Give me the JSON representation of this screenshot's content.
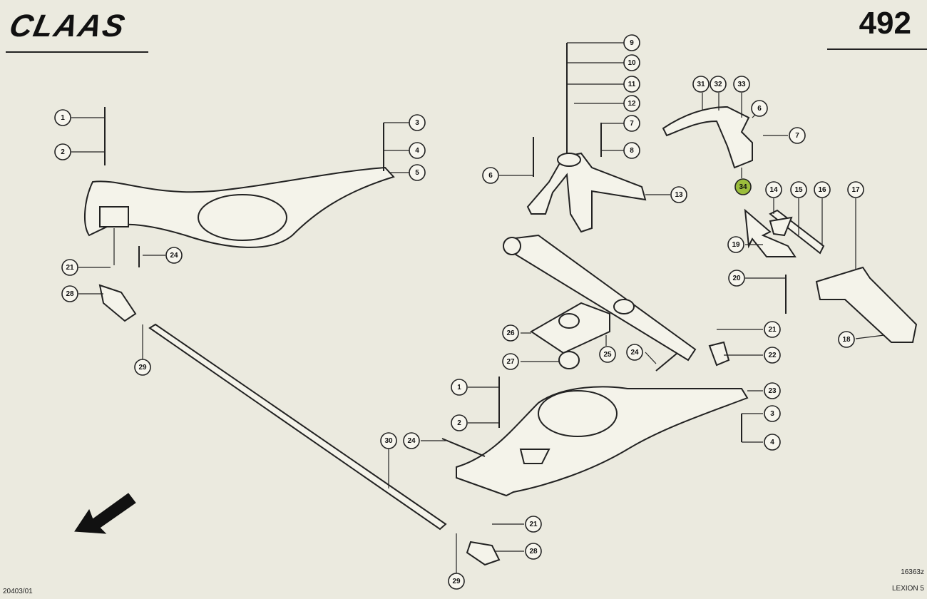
{
  "header": {
    "brand": "CLAAS",
    "page_number": "492"
  },
  "footer": {
    "left_code": "20403/01",
    "right_code": "16363z",
    "right_model": "LEXION 5"
  },
  "colors": {
    "highlight_callout": "#9bbd3c",
    "paper": "#ebeadf",
    "ink": "#222222"
  },
  "icons": {
    "direction_arrow": "arrow-down-left-icon"
  },
  "callouts": [
    {
      "id": "c1a",
      "label": "1",
      "highlight": false
    },
    {
      "id": "c2a",
      "label": "2",
      "highlight": false
    },
    {
      "id": "c3a",
      "label": "3",
      "highlight": false
    },
    {
      "id": "c4a",
      "label": "4",
      "highlight": false
    },
    {
      "id": "c5a",
      "label": "5",
      "highlight": false
    },
    {
      "id": "c21a",
      "label": "21",
      "highlight": false
    },
    {
      "id": "c24a",
      "label": "24",
      "highlight": false
    },
    {
      "id": "c28a",
      "label": "28",
      "highlight": false
    },
    {
      "id": "c29a",
      "label": "29",
      "highlight": false
    },
    {
      "id": "c9",
      "label": "9",
      "highlight": false
    },
    {
      "id": "c10",
      "label": "10",
      "highlight": false
    },
    {
      "id": "c11",
      "label": "11",
      "highlight": false
    },
    {
      "id": "c12",
      "label": "12",
      "highlight": false
    },
    {
      "id": "c7a",
      "label": "7",
      "highlight": false
    },
    {
      "id": "c8a",
      "label": "8",
      "highlight": false
    },
    {
      "id": "c6a",
      "label": "6",
      "highlight": false
    },
    {
      "id": "c13",
      "label": "13",
      "highlight": false
    },
    {
      "id": "c31",
      "label": "31",
      "highlight": false
    },
    {
      "id": "c32",
      "label": "32",
      "highlight": false
    },
    {
      "id": "c33",
      "label": "33",
      "highlight": false
    },
    {
      "id": "c6b",
      "label": "6",
      "highlight": false
    },
    {
      "id": "c7b",
      "label": "7",
      "highlight": false
    },
    {
      "id": "c34",
      "label": "34",
      "highlight": true
    },
    {
      "id": "c14",
      "label": "14",
      "highlight": false
    },
    {
      "id": "c15",
      "label": "15",
      "highlight": false
    },
    {
      "id": "c16",
      "label": "16",
      "highlight": false
    },
    {
      "id": "c17",
      "label": "17",
      "highlight": false
    },
    {
      "id": "c19",
      "label": "19",
      "highlight": false
    },
    {
      "id": "c20",
      "label": "20",
      "highlight": false
    },
    {
      "id": "c18",
      "label": "18",
      "highlight": false
    },
    {
      "id": "c26",
      "label": "26",
      "highlight": false
    },
    {
      "id": "c25",
      "label": "25",
      "highlight": false
    },
    {
      "id": "c27",
      "label": "27",
      "highlight": false
    },
    {
      "id": "c24b",
      "label": "24",
      "highlight": false
    },
    {
      "id": "c21b",
      "label": "21",
      "highlight": false
    },
    {
      "id": "c22",
      "label": "22",
      "highlight": false
    },
    {
      "id": "c23",
      "label": "23",
      "highlight": false
    },
    {
      "id": "c3b",
      "label": "3",
      "highlight": false
    },
    {
      "id": "c4b",
      "label": "4",
      "highlight": false
    },
    {
      "id": "c1b",
      "label": "1",
      "highlight": false
    },
    {
      "id": "c2b",
      "label": "2",
      "highlight": false
    },
    {
      "id": "c30",
      "label": "30",
      "highlight": false
    },
    {
      "id": "c24c",
      "label": "24",
      "highlight": false
    },
    {
      "id": "c21c",
      "label": "21",
      "highlight": false
    },
    {
      "id": "c28b",
      "label": "28",
      "highlight": false
    },
    {
      "id": "c29b",
      "label": "29",
      "highlight": false
    }
  ]
}
